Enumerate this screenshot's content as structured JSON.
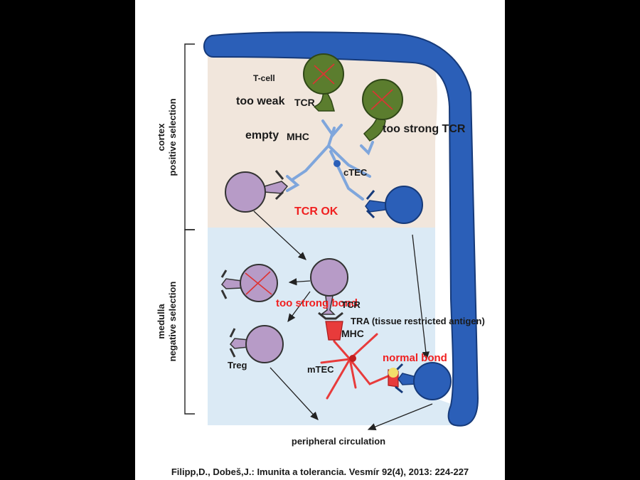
{
  "labels": {
    "t_cell": "T-cell",
    "too_weak": "too weak",
    "tcr_1": "TCR",
    "too_strong_tcr": "too strong TCR",
    "empty": "empty",
    "mhc_1": "MHC",
    "ctec": "cTEC",
    "tcr_ok": "TCR OK",
    "cortex": "cortex",
    "positive_selection": "positive selection",
    "medulla": "medulla",
    "negative_selection": "negative selection",
    "too_strong_bond": "too strong bond",
    "tcr_2": "TCR",
    "tra": "TRA (tissue restricted antigen)",
    "mhc_2": "MHC",
    "normal_bond": "normal bond",
    "mtec": "mTEC",
    "treg": "Treg",
    "peripheral_circulation": "peripheral circulation",
    "citation": "Filipp,D., Dobeš,J.: Imunita a tolerancia. Vesmír 92(4), 2013: 224-227"
  },
  "colors": {
    "capsule_blue": "#2b5fb8",
    "cortex_bg": "#f1e6dc",
    "medulla_bg": "#dbeaf5",
    "green_cell": "#5b7d2e",
    "purple_cell": "#b79bc7",
    "ctec_light_blue": "#7fa6dc",
    "mtec_red": "#e83b3b",
    "label_red": "#f02020"
  }
}
